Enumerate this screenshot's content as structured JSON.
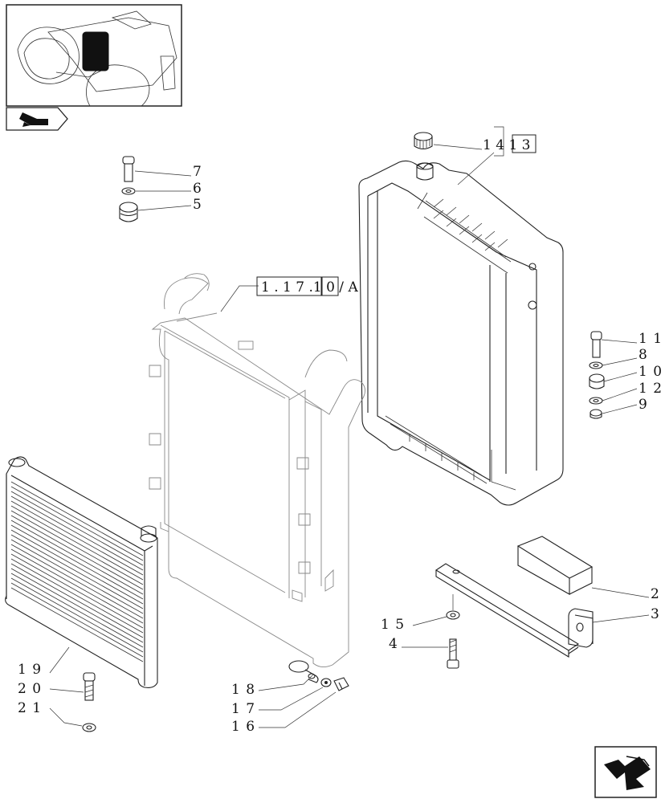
{
  "references": {
    "radiator_group": "1 4 1 3",
    "intercooler_group": "1 . 1 7 .1 0 / A"
  },
  "callouts": [
    {
      "id": "c7",
      "text": "7"
    },
    {
      "id": "c6",
      "text": "6"
    },
    {
      "id": "c5",
      "text": "5"
    },
    {
      "id": "c11",
      "text": "1 1"
    },
    {
      "id": "c8",
      "text": "8"
    },
    {
      "id": "c10",
      "text": "1 0"
    },
    {
      "id": "c12",
      "text": "1 2"
    },
    {
      "id": "c9",
      "text": "9"
    },
    {
      "id": "c2",
      "text": "2"
    },
    {
      "id": "c3",
      "text": "3"
    },
    {
      "id": "c15",
      "text": "1 5"
    },
    {
      "id": "c4",
      "text": "4"
    },
    {
      "id": "c19",
      "text": "1 9"
    },
    {
      "id": "c20",
      "text": "2 0"
    },
    {
      "id": "c21",
      "text": "2 1"
    },
    {
      "id": "c18",
      "text": "1 8"
    },
    {
      "id": "c17",
      "text": "1 7"
    },
    {
      "id": "c16",
      "text": "1 6"
    }
  ],
  "icons": {
    "thumbnail": "tractor-location-thumbnail",
    "section_badge": "section-arrow-icon",
    "navigation": "next-page-arrow-icon"
  }
}
